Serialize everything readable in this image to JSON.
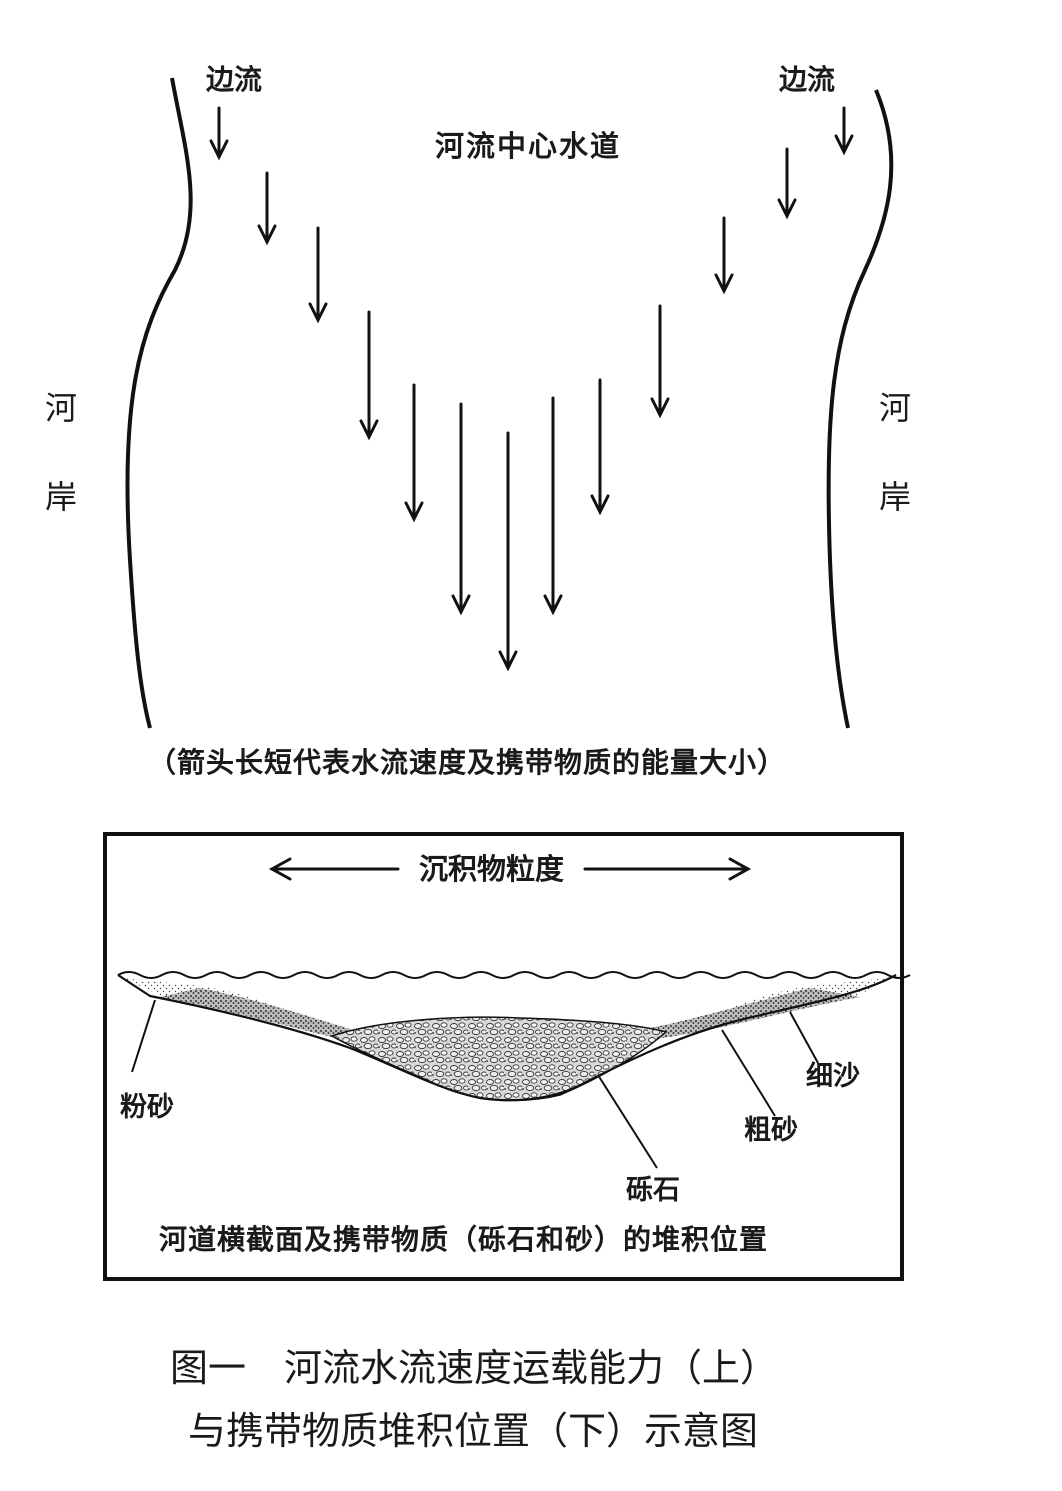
{
  "top_diagram": {
    "side_flow_left": "边流",
    "side_flow_right": "边流",
    "center_channel": "河流中心水道",
    "bank_left": [
      "河",
      "岸"
    ],
    "bank_right": [
      "河",
      "岸"
    ],
    "caption": "（箭头长短代表水流速度及携带物质的能量大小）"
  },
  "bottom_diagram": {
    "grain_size_label": "沉积物粒度",
    "labels": {
      "silt": "粉砂",
      "fine_sand": "细沙",
      "coarse_sand": "粗砂",
      "gravel": "砾石"
    },
    "caption": "河道横截面及携带物质（砾石和砂）的堆积位置"
  },
  "figure_caption": {
    "line1": "图一　河流水流速度运载能力（上）",
    "line2": "与携带物质堆积位置（下）示意图"
  }
}
